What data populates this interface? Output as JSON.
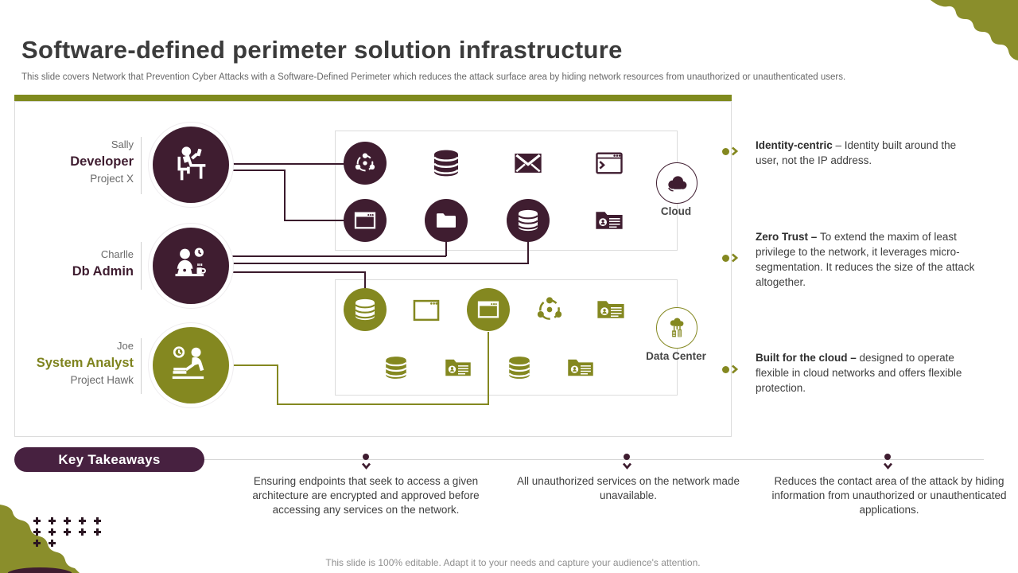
{
  "slide": {
    "title": "Software-defined perimeter solution infrastructure",
    "subtitle": "This slide covers Network that Prevention Cyber Attacks with a Software-Defined Perimeter which reduces the attack surface area by hiding network resources from unauthorized or unauthenticated users.",
    "footer": "This slide is 100% editable. Adapt it to your needs and capture your audience's attention."
  },
  "diagram": {
    "people": [
      {
        "name": "Sally",
        "role": "Developer",
        "project": "Project X",
        "icon": "person-at-desk-icon",
        "color": "#3F1D30"
      },
      {
        "name": "Charlle",
        "role": "Db Admin",
        "project": "",
        "icon": "person-at-laptop-icon",
        "color": "#3F1D30"
      },
      {
        "name": "Joe",
        "role": "System Analyst",
        "project": "Project Hawk",
        "icon": "person-writing-icon",
        "color": "#848820"
      }
    ],
    "cloud": {
      "label": "Cloud",
      "icons_row1": [
        "share-network-icon",
        "database-icon",
        "mail-icon",
        "terminal-window-icon"
      ],
      "icons_row2": [
        "browser-window-icon",
        "folder-icon",
        "database-icon",
        "contact-folder-icon"
      ]
    },
    "data_center": {
      "label": "Data Center",
      "icons_row1": [
        "database-icon",
        "browser-window-icon",
        "browser-window-icon",
        "share-network-icon",
        "contact-folder-icon"
      ],
      "icons_row2": [
        "database-icon",
        "contact-folder-icon",
        "database-icon",
        "contact-folder-icon"
      ]
    }
  },
  "bullets": [
    {
      "heading": "Identity-centric",
      "text": " – Identity built around the user, not the IP address."
    },
    {
      "heading": "Zero Trust – ",
      "text": "To extend the maxim of least privilege to the network, it leverages micro-segmentation. It reduces the size of the attack altogether."
    },
    {
      "heading": "Built for the cloud – ",
      "text": "designed to operate flexible in cloud networks and offers flexible protection."
    }
  ],
  "key_takeaways": {
    "title": "Key Takeaways",
    "items": [
      {
        "text": "Ensuring endpoints that seek to access a given architecture are encrypted and approved before accessing any services on the network."
      },
      {
        "text": "All unauthorized services on the network made unavailable."
      },
      {
        "text": "Reduces the contact area of the attack by hiding information from unauthorized or unauthenticated applications."
      }
    ]
  },
  "colors": {
    "maroon": "#3F1D30",
    "olive": "#848820",
    "accent_bar": "#7F8A1E",
    "blob": "#8A8E2B",
    "box_border": "#DCDCDC"
  }
}
